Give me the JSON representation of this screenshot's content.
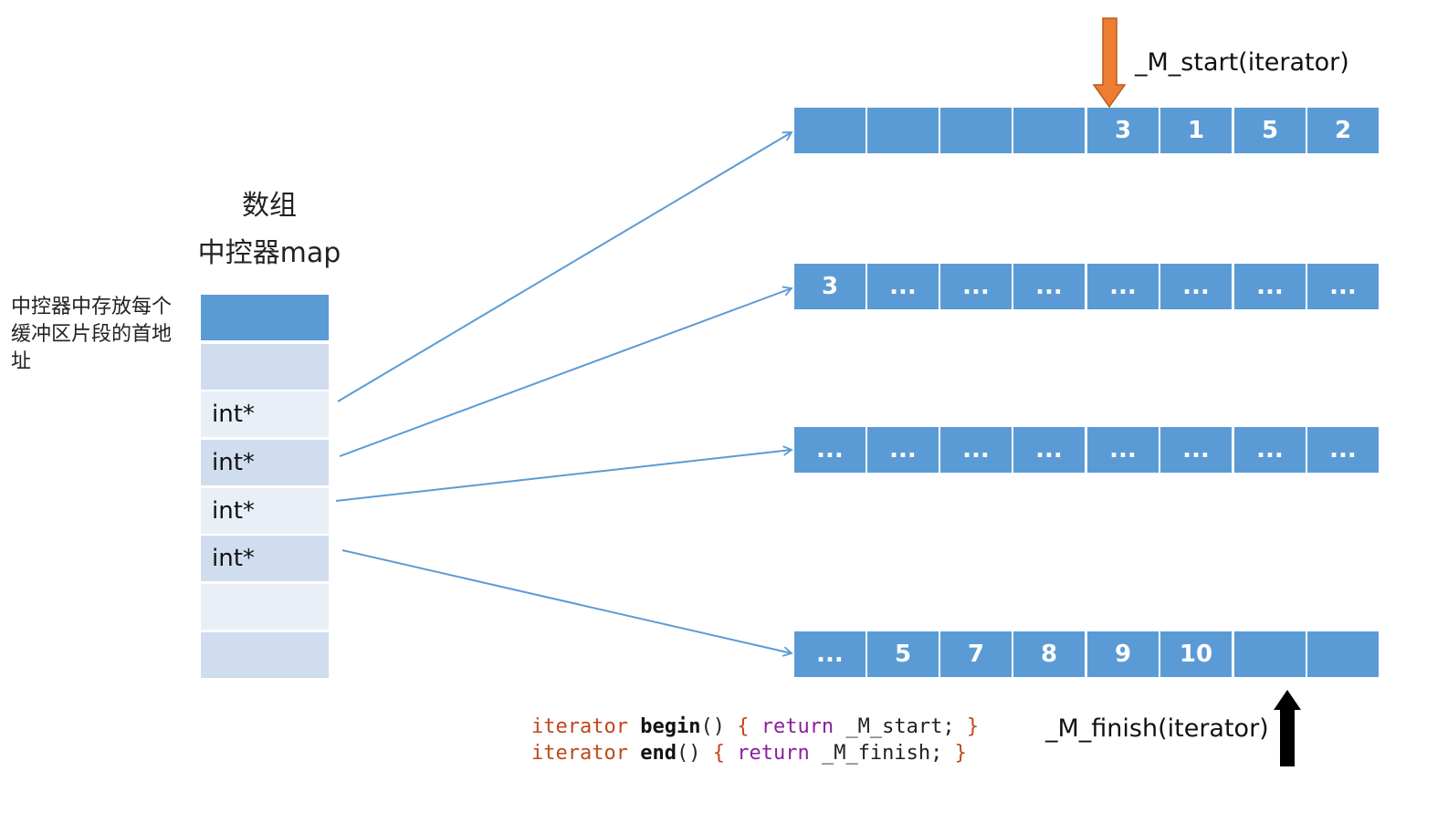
{
  "title": {
    "line1": "数组",
    "line2": "中控器map"
  },
  "side_note": "中控器中存放每个缓冲区片段的首地址",
  "map_cells": [
    "",
    "",
    "int*",
    "int*",
    "int*",
    "int*",
    "",
    ""
  ],
  "buffers": [
    [
      "",
      "",
      "",
      "",
      "3",
      "1",
      "5",
      "2"
    ],
    [
      "3",
      "...",
      "...",
      "...",
      "...",
      "...",
      "...",
      "..."
    ],
    [
      "...",
      "...",
      "...",
      "...",
      "...",
      "...",
      "...",
      "..."
    ],
    [
      "...",
      "5",
      "7",
      "8",
      "9",
      "10",
      "",
      ""
    ]
  ],
  "start_label": "_M_start(iterator)",
  "finish_label": "_M_finish(iterator)",
  "code": {
    "line1": {
      "type": "iterator",
      "fn": "begin",
      "parens": "()",
      "open_brace": "{",
      "kw": "return",
      "ident": "_M_start;",
      "close_brace": "}"
    },
    "line2": {
      "type": "iterator",
      "fn": "end",
      "parens": "()",
      "open_brace": "{",
      "kw": "return",
      "ident": "_M_finish;",
      "close_brace": "}"
    }
  },
  "colors": {
    "cell_blue": "#5b9bd5",
    "map_mid": "#d0ddee",
    "map_light": "#e9eff7",
    "pointer_arrow": "#5b9bd5",
    "start_arrow": "#ed7d31",
    "finish_arrow": "#000000"
  }
}
